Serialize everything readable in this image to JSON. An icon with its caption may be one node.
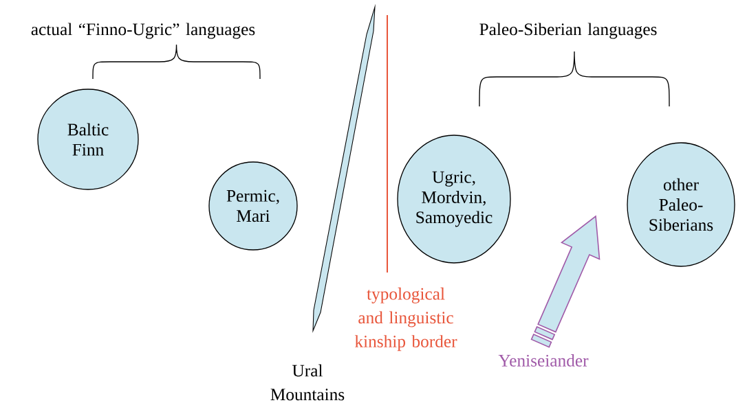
{
  "diagram": {
    "nodes": [
      {
        "text": [
          "Baltic Finn"
        ]
      },
      {
        "text": [
          "Permic, Mari"
        ]
      },
      {
        "text": [
          "Ugric, Mordvin, Samoyedic"
        ]
      },
      {
        "text": [
          "other Paleo-Siberians"
        ]
      }
    ],
    "labels": [
      "actual “Finno-Ugric” languages",
      "Paleo-Siberian languages",
      "Ural Mountains",
      "typological and linguistic kinship border",
      "Yeniseiander"
    ]
  }
}
